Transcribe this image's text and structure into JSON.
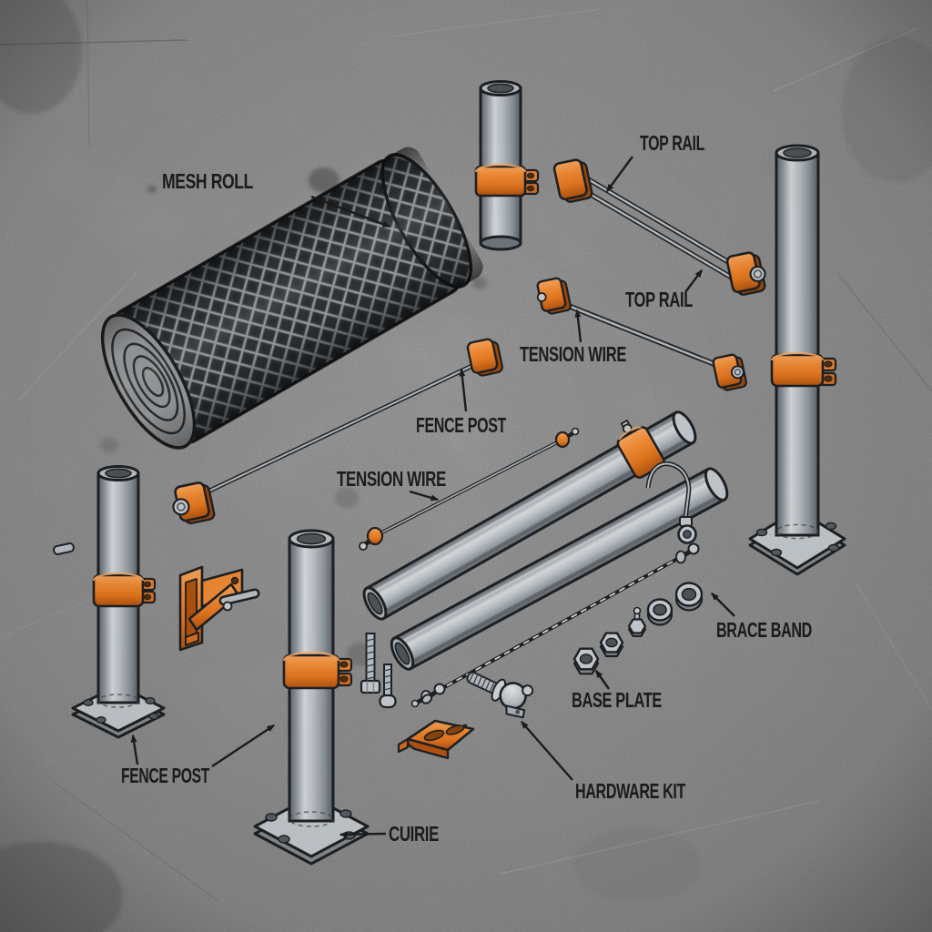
{
  "labels": {
    "mesh_roll": "MESH ROLL",
    "top_rail_1": "TOP RAIL",
    "top_rail_2": "TOP RAIL",
    "tension_wire_1": "TENSION WIRE",
    "fence_post_1": "FENCE POST",
    "tension_wire_2": "TENSION WIRE",
    "brace_band": "BRACE BAND",
    "base_plate": "BASE PLATE",
    "hardware_kit": "HARDWARE KIT",
    "fence_post_2": "FENCE POST",
    "cuirie": "CUIRIE"
  },
  "colors": {
    "accent_orange": "#E8822E",
    "orange_highlight": "#F7A45E",
    "orange_shadow": "#B05310",
    "metal_light": "#D5D9DC",
    "metal_mid": "#AAB0B5",
    "metal_dark": "#5A6167",
    "outline": "#1E2124",
    "label_text": "#1C1C1C",
    "background_gray": "#9B9B9B"
  }
}
